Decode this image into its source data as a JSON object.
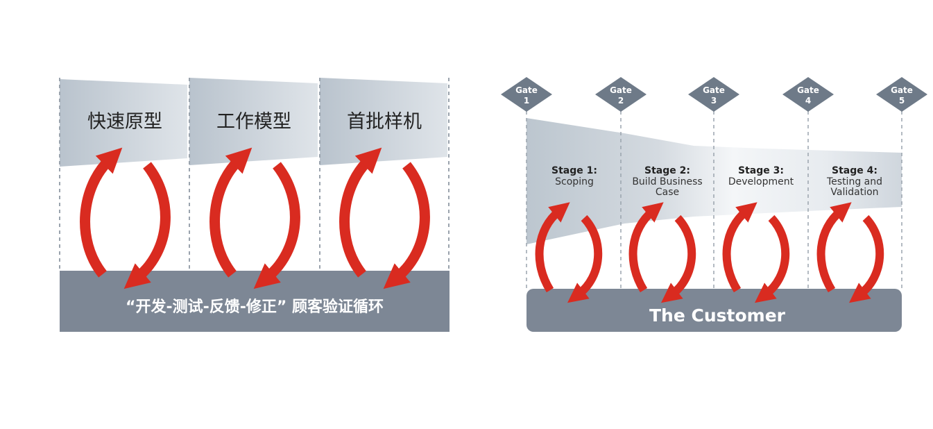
{
  "left_diagram": {
    "stages": [
      "快速原型",
      "工作模型",
      "首批样机"
    ],
    "base_label": "“开发-测试-反馈-修正” 顾客验证循环"
  },
  "right_diagram": {
    "gates": [
      {
        "line1": "Gate",
        "line2": "1"
      },
      {
        "line1": "Gate",
        "line2": "2"
      },
      {
        "line1": "Gate",
        "line2": "3"
      },
      {
        "line1": "Gate",
        "line2": "4"
      },
      {
        "line1": "Gate",
        "line2": "5"
      }
    ],
    "stages": [
      {
        "title": "Stage 1:",
        "lines": [
          "Scoping"
        ]
      },
      {
        "title": "Stage 2:",
        "lines": [
          "Build Business",
          "Case"
        ]
      },
      {
        "title": "Stage 3:",
        "lines": [
          "Development"
        ]
      },
      {
        "title": "Stage 4:",
        "lines": [
          "Testing and",
          "Validation"
        ]
      }
    ],
    "base_label": "The Customer"
  },
  "colors": {
    "band": "#c9d1d9",
    "base": "#7d8795",
    "arrow": "#d92b20",
    "gate": "#6e7a88",
    "text_dark": "#222222",
    "text_light": "#ffffff"
  }
}
